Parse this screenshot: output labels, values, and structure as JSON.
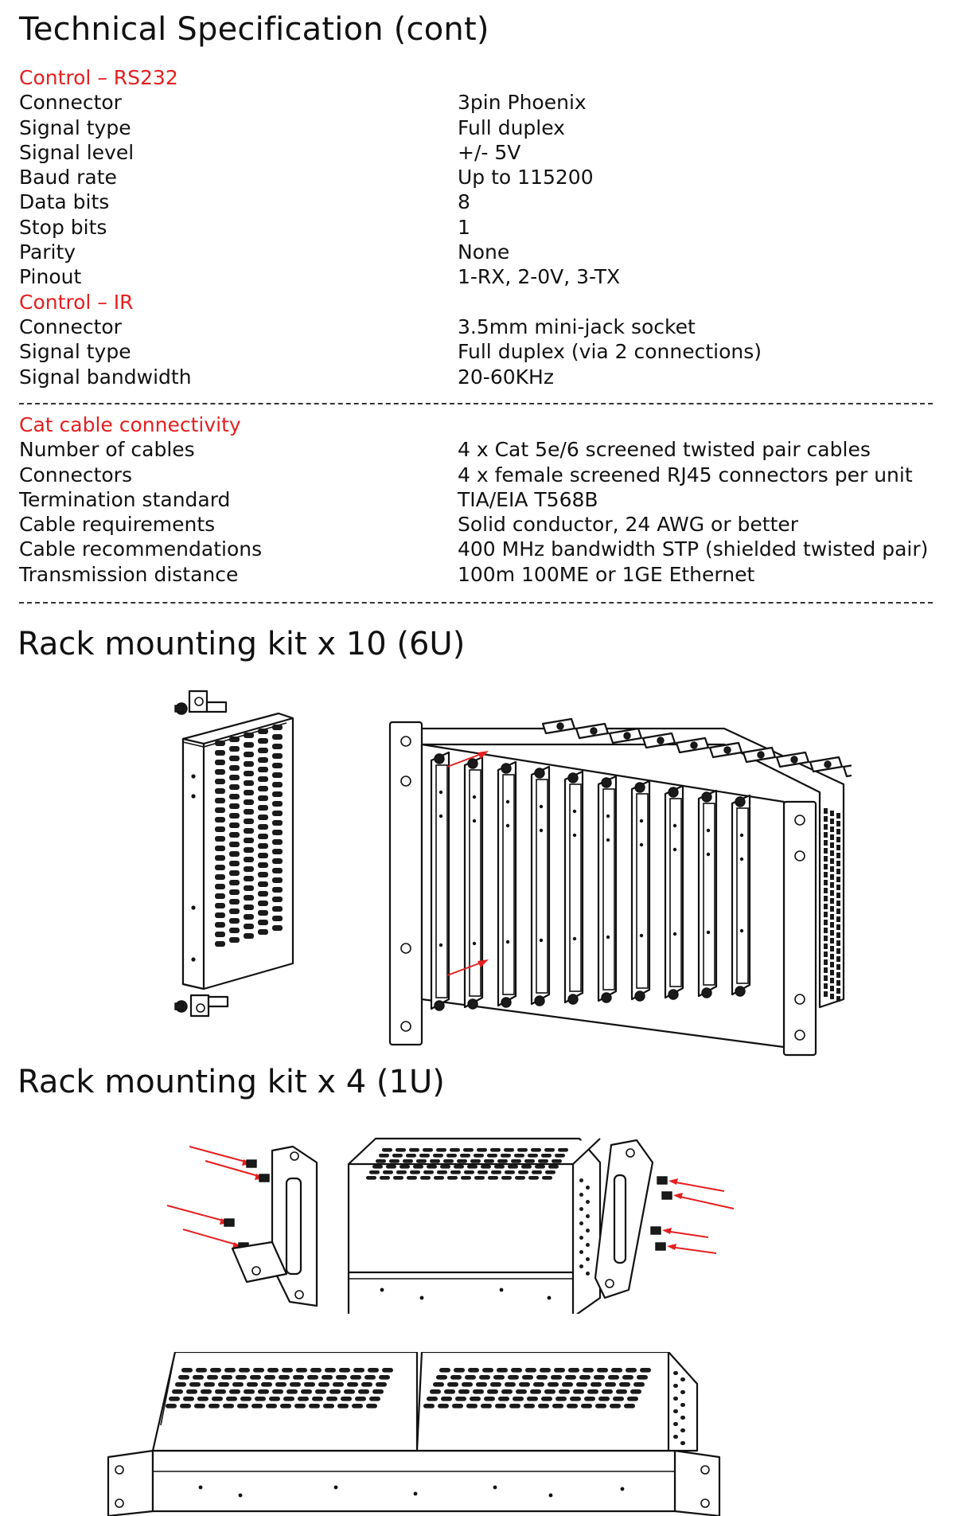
{
  "title": "Technical Specification (cont)",
  "sections": [
    {
      "heading": "Control – RS232",
      "rows": [
        {
          "label": "Connector",
          "value": "3pin Phoenix"
        },
        {
          "label": "Signal type",
          "value": "Full duplex"
        },
        {
          "label": "Signal level",
          "value": "+/- 5V"
        },
        {
          "label": "Baud rate",
          "value": "Up to 115200"
        },
        {
          "label": "Data bits",
          "value": "8"
        },
        {
          "label": "Stop bits",
          "value": "1"
        },
        {
          "label": "Parity",
          "value": "None"
        },
        {
          "label": "Pinout",
          "value": "1-RX, 2-0V, 3-TX"
        }
      ]
    },
    {
      "heading": "Control – IR",
      "rows": [
        {
          "label": "Connector",
          "value": "3.5mm mini-jack socket"
        },
        {
          "label": "Signal type",
          "value": "Full duplex (via 2 connections)"
        },
        {
          "label": "Signal bandwidth",
          "value": "20-60KHz"
        }
      ]
    },
    {
      "heading": "Cat cable connectivity",
      "rows": [
        {
          "label": "Number of cables",
          "value": "4 x Cat 5e/6 screened twisted pair cables"
        },
        {
          "label": "Connectors",
          "value": "4 x female screened RJ45 connectors per unit"
        },
        {
          "label": "Termination standard",
          "value": "TIA/EIA T568B"
        },
        {
          "label": "Cable requirements",
          "value": "Solid conductor, 24 AWG or better"
        },
        {
          "label": "Cable recommendations",
          "value": "400 MHz bandwidth STP (shielded twisted pair)"
        },
        {
          "label": "Transmission distance",
          "value": "100m 100ME or 1GE Ethernet"
        }
      ]
    }
  ],
  "rack_6u": {
    "title": "Rack mounting kit x 10 (6U)"
  },
  "rack_1u": {
    "title": "Rack mounting kit x 4 (1U)"
  },
  "colors": {
    "heading_red": "#e51f1f",
    "text": "#111111",
    "arrow_red": "#e51f1f"
  }
}
